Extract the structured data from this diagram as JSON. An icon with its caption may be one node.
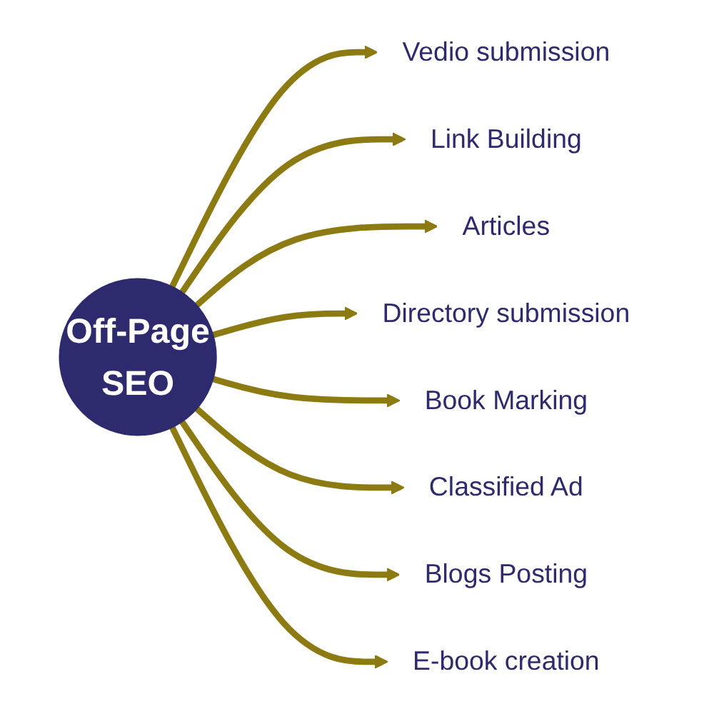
{
  "diagram": {
    "nodes": [
      {
        "text": [
          "Off-Page",
          "SEO"
        ]
      },
      {
        "text": [
          "Vedio submission"
        ]
      },
      {
        "text": [
          "Link Building"
        ]
      },
      {
        "text": [
          "Articles"
        ]
      },
      {
        "text": [
          "Directory submission"
        ]
      },
      {
        "text": [
          "Book Marking"
        ]
      },
      {
        "text": [
          "Classified Ad"
        ]
      },
      {
        "text": [
          "Blogs Posting"
        ]
      },
      {
        "text": [
          "E-book creation"
        ]
      }
    ],
    "edges": [
      {
        "from": 0,
        "to": 1,
        "arrow": "to"
      },
      {
        "from": 0,
        "to": 2,
        "arrow": "to"
      },
      {
        "from": 0,
        "to": 3,
        "arrow": "to"
      },
      {
        "from": 0,
        "to": 4,
        "arrow": "to"
      },
      {
        "from": 0,
        "to": 5,
        "arrow": "to"
      },
      {
        "from": 0,
        "to": 6,
        "arrow": "to"
      },
      {
        "from": 0,
        "to": 7,
        "arrow": "to"
      },
      {
        "from": 0,
        "to": 8,
        "arrow": "to"
      }
    ]
  }
}
